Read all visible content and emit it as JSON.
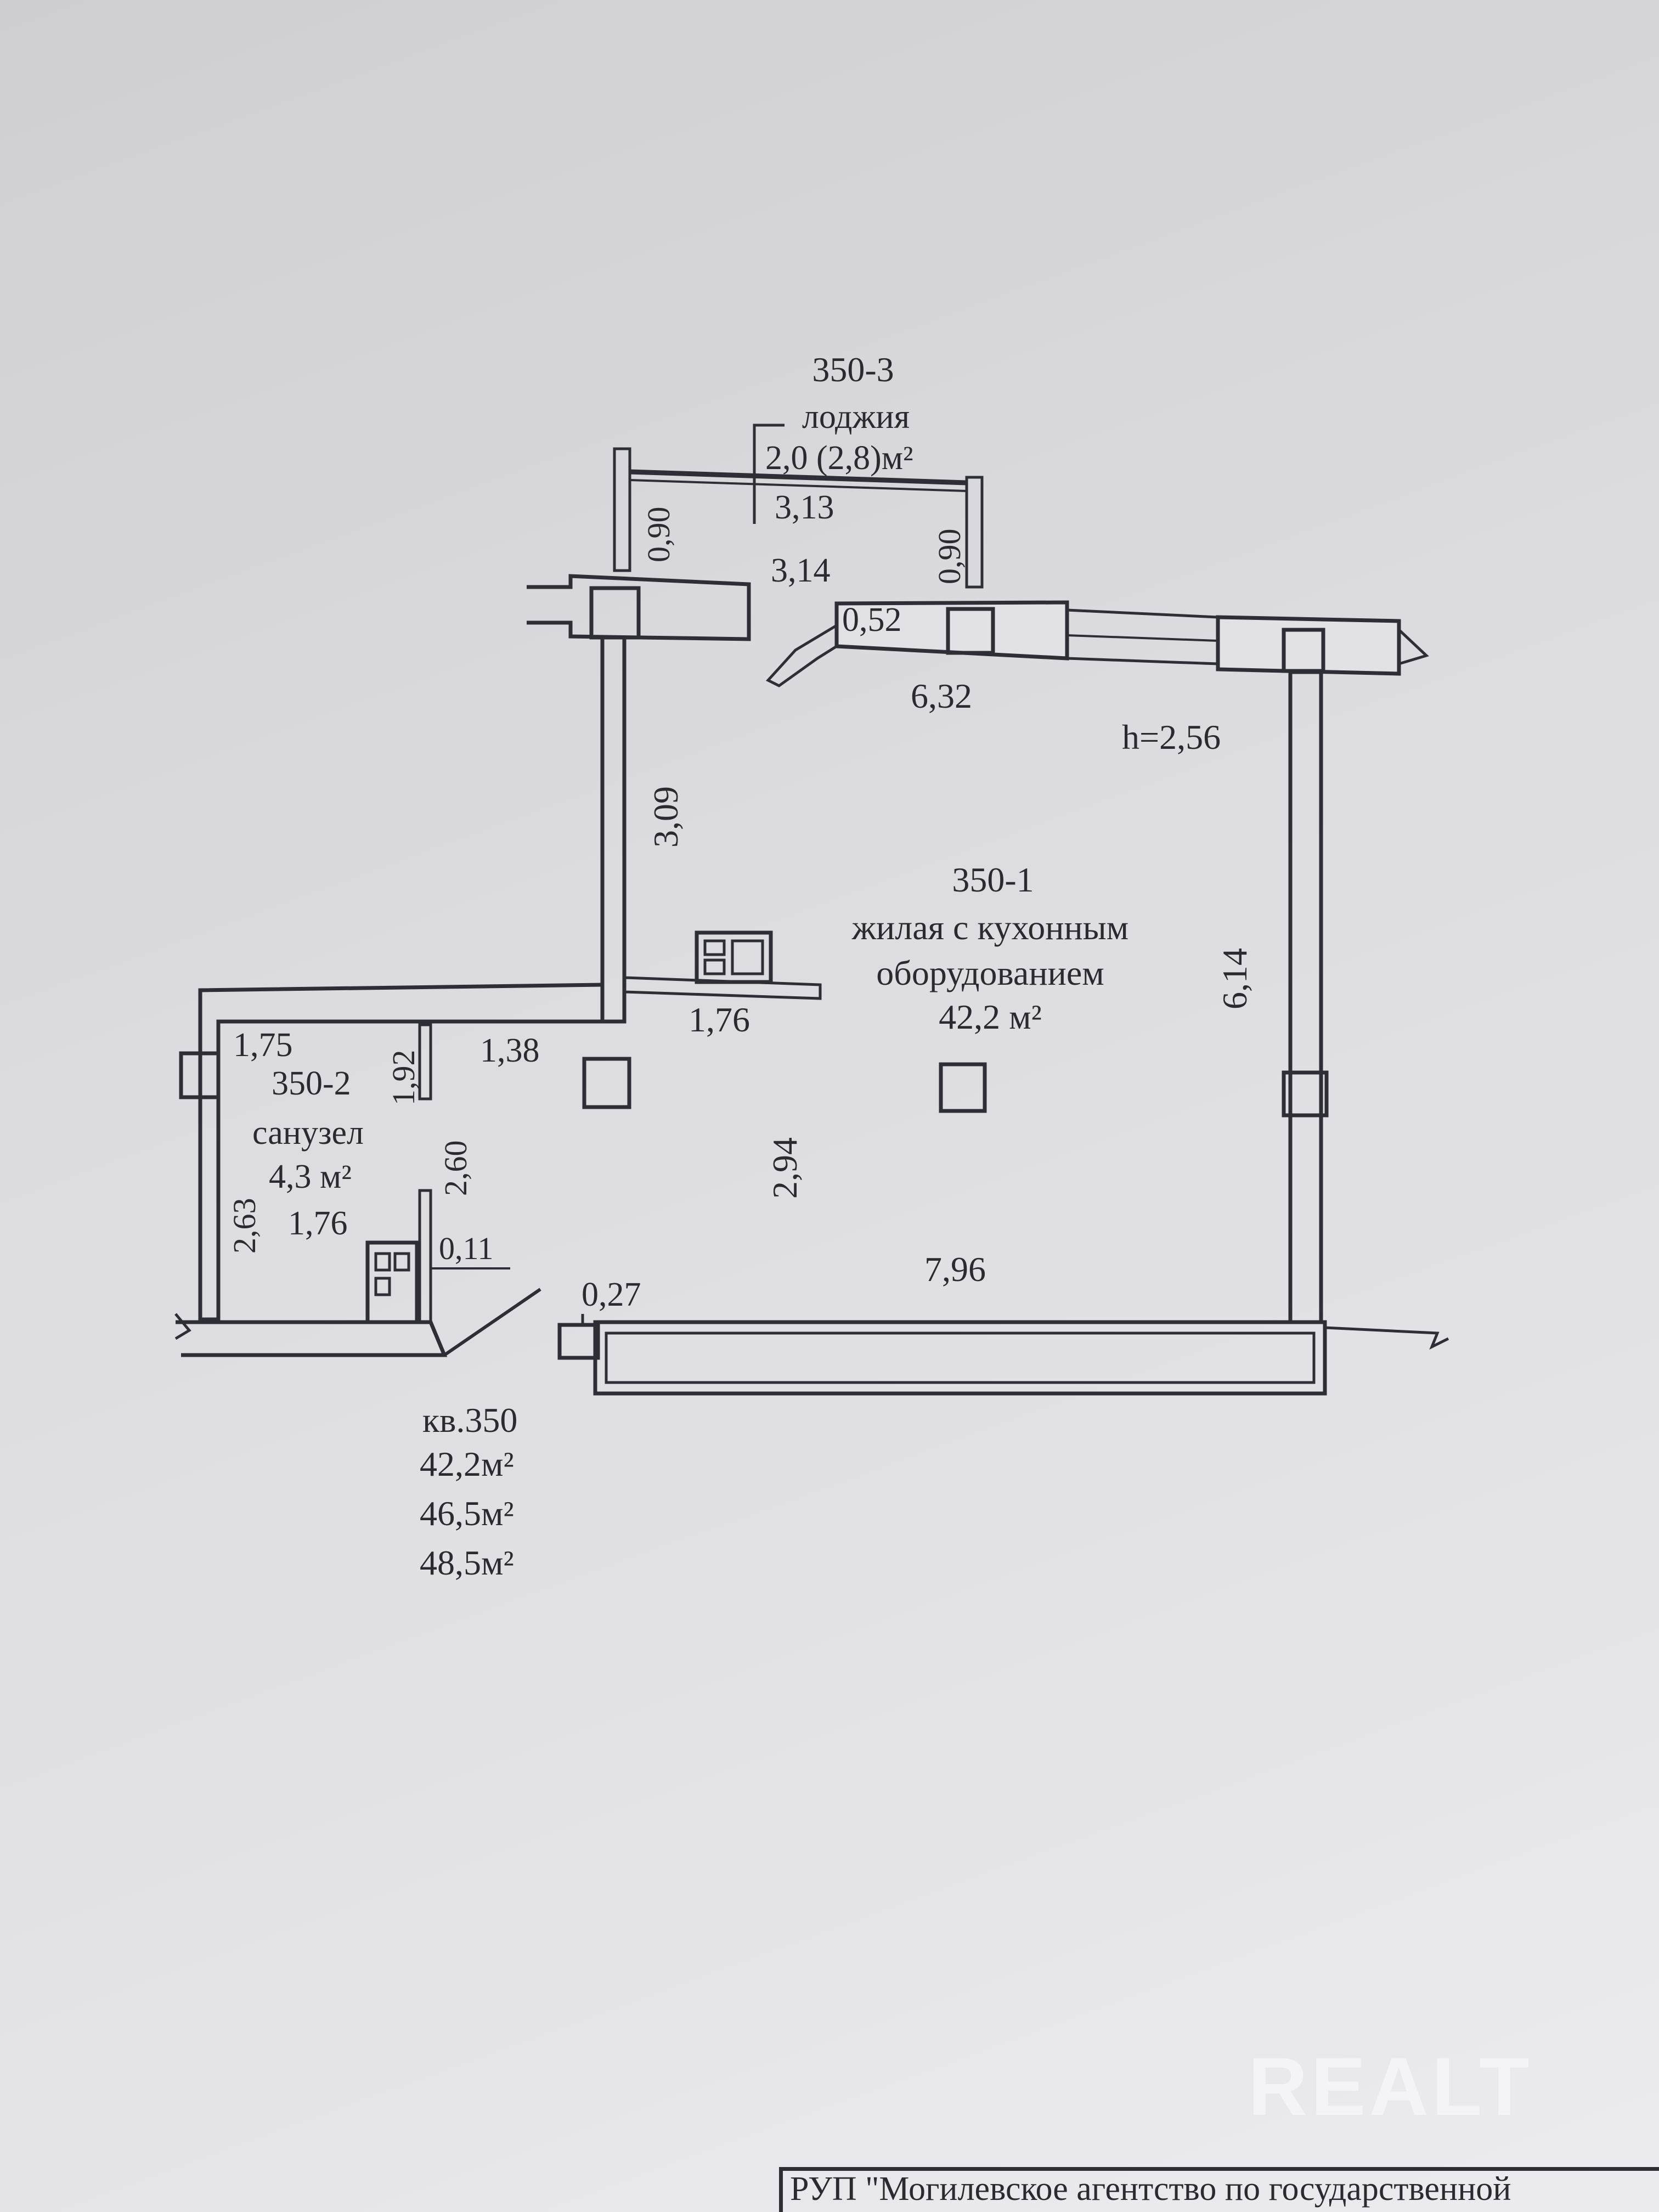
{
  "loggia": {
    "code": "350-3",
    "name": "лоджия",
    "area": "2,0 (2,8)м²"
  },
  "living": {
    "code": "350-1",
    "name_line1": "жилая с кухонным",
    "name_line2": "оборудованием",
    "area": "42,2 м²"
  },
  "bathroom": {
    "code": "350-2",
    "name": "санузел",
    "area": "4,3 м²"
  },
  "height_label": "h=2,56",
  "dimensions": {
    "loggia_len_top": "3,13",
    "loggia_len_bottom": "3,14",
    "loggia_depth_left": "0,90",
    "loggia_depth_right": "0,90",
    "window_offset": "0,52",
    "room_width_top": "6,32",
    "left_wall_upper": "3,09",
    "right_wall": "6,14",
    "kitchen_counter": "1,76",
    "bath_top_left": "1,75",
    "bath_partition": "1,92",
    "corridor_top": "1,38",
    "bath_left": "2,63",
    "bath_inner": "2,60",
    "bath_width": "1,76",
    "bath_offset": "0,11",
    "room_middle_height": "2,94",
    "room_bottom_width": "7,96",
    "bottom_offset": "0,27"
  },
  "summary": {
    "title": "кв.350",
    "area1": "42,2м²",
    "area2": "46,5м²",
    "area3": "48,5м²"
  },
  "watermark": "REALT",
  "footer": "РУП \"Могилевское агентство по государственной"
}
